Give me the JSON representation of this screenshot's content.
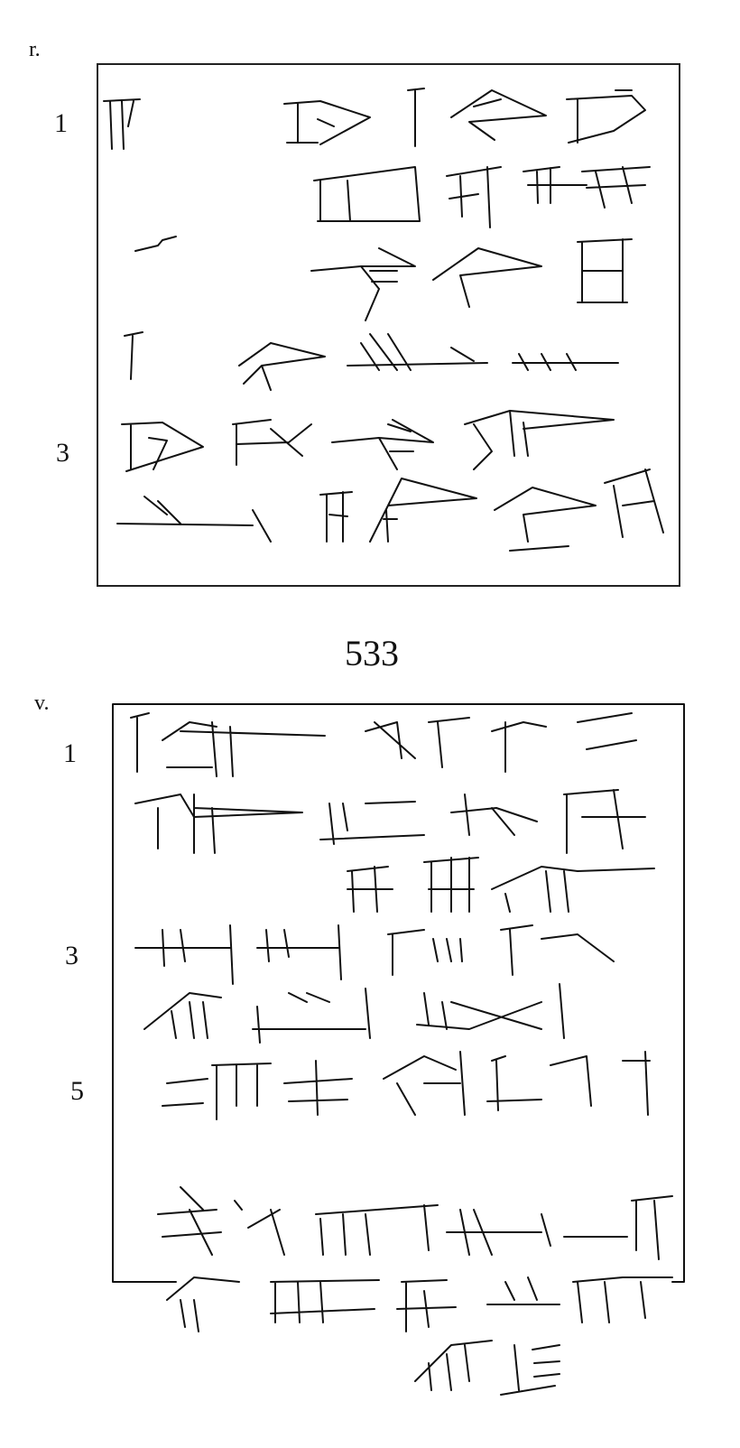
{
  "obverse": {
    "side_label": "r.",
    "line_numbers": [
      "1",
      "3"
    ]
  },
  "tablet_number": "533",
  "reverse": {
    "side_label": "v.",
    "line_numbers": [
      "1",
      "3",
      "5"
    ]
  },
  "colors": {
    "ink": "#111111",
    "paper": "#ffffff"
  }
}
